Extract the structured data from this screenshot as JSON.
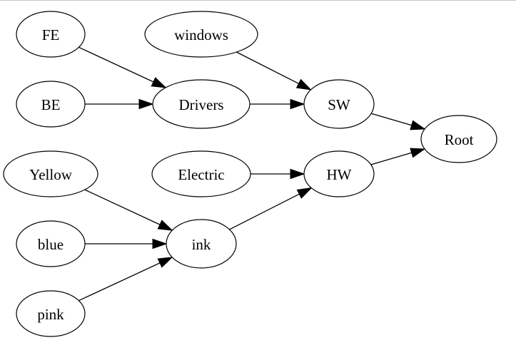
{
  "graph": {
    "nodes": [
      {
        "id": "FE",
        "label": "FE"
      },
      {
        "id": "windows",
        "label": "windows"
      },
      {
        "id": "BE",
        "label": "BE"
      },
      {
        "id": "Drivers",
        "label": "Drivers"
      },
      {
        "id": "SW",
        "label": "SW"
      },
      {
        "id": "Root",
        "label": "Root"
      },
      {
        "id": "Yellow",
        "label": "Yellow"
      },
      {
        "id": "Electric",
        "label": "Electric"
      },
      {
        "id": "HW",
        "label": "HW"
      },
      {
        "id": "blue",
        "label": "blue"
      },
      {
        "id": "ink",
        "label": "ink"
      },
      {
        "id": "pink",
        "label": "pink"
      }
    ],
    "edges": [
      {
        "from": "FE",
        "to": "Drivers"
      },
      {
        "from": "BE",
        "to": "Drivers"
      },
      {
        "from": "Drivers",
        "to": "SW"
      },
      {
        "from": "windows",
        "to": "SW"
      },
      {
        "from": "SW",
        "to": "Root"
      },
      {
        "from": "HW",
        "to": "Root"
      },
      {
        "from": "Electric",
        "to": "HW"
      },
      {
        "from": "ink",
        "to": "HW"
      },
      {
        "from": "Yellow",
        "to": "ink"
      },
      {
        "from": "blue",
        "to": "ink"
      },
      {
        "from": "pink",
        "to": "ink"
      }
    ]
  }
}
